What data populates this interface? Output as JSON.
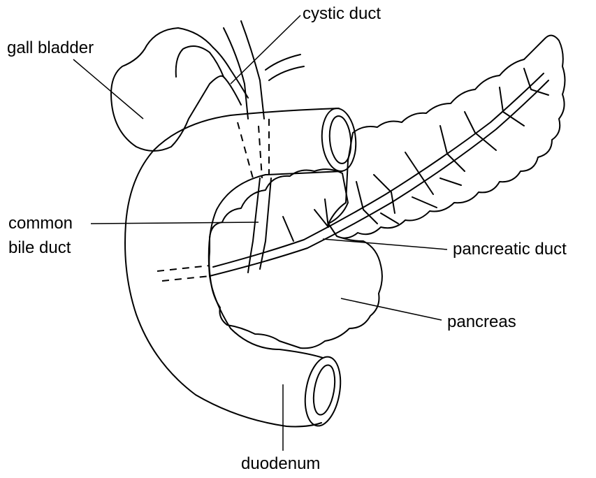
{
  "labels": {
    "gall_bladder": "gall bladder",
    "cystic_duct": "cystic duct",
    "common_bile_duct_line1": "common",
    "common_bile_duct_line2": "bile duct",
    "pancreatic_duct": "pancreatic duct",
    "pancreas": "pancreas",
    "duodenum": "duodenum"
  },
  "colors": {
    "line": "#000000",
    "background": "#ffffff",
    "stipple": "#000000"
  }
}
